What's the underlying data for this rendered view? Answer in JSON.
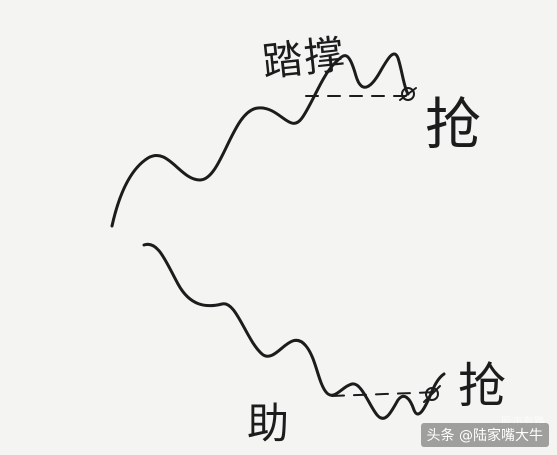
{
  "labels": {
    "top_left": "踏撑",
    "top_right": "抢",
    "bottom_left": "助",
    "bottom_right": "抢"
  },
  "watermark": {
    "text": "头条 @陆家嘴大牛",
    "back_text": "股市有路"
  },
  "colors": {
    "background": "#f4f4f2",
    "ink": "#1c1c1c"
  }
}
